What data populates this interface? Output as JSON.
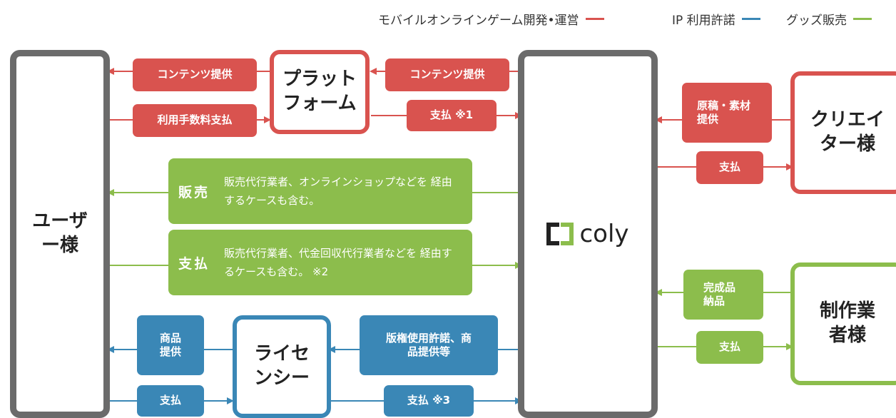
{
  "legend": [
    {
      "label": "モバイルオンラインゲーム開発•運営",
      "color": "#d9534f"
    },
    {
      "label": "IP 利用許諾",
      "color": "#3a87b6"
    },
    {
      "label": "グッズ販売",
      "color": "#8cbd4c"
    }
  ],
  "colors": {
    "red": "#d9534f",
    "blue": "#3a87b6",
    "green": "#8cbd4c",
    "gray": "#6b6b6b"
  },
  "nodes": {
    "user": "ユーザー様",
    "platform": "プラットフォーム",
    "coly": "coly",
    "creator": "クリエイター様",
    "producer": "制作業者様",
    "license": "ライセンシー"
  },
  "labels": {
    "content_to_user": "コンテンツ提供",
    "fee": "利用手数料支払",
    "content_from_coly": "コンテンツ提供",
    "pay1": "支払 ※1",
    "manuscript": "原稿・素材提供",
    "pay_creator": "支払",
    "sales_key": "販売",
    "sales_desc": "販売代行業者、オンラインショップなどを 経由するケースも含む。",
    "pay_key": "支払",
    "pay_desc": "販売代行業者、代金回収代行業者などを 経由するケースも含む。 ※2",
    "delivery": "完成品納品",
    "pay_producer": "支払",
    "product": "商品提供",
    "pay_license": "支払",
    "rights": "版権使用許諾、商品提供等",
    "pay3": "支払 ※3"
  }
}
